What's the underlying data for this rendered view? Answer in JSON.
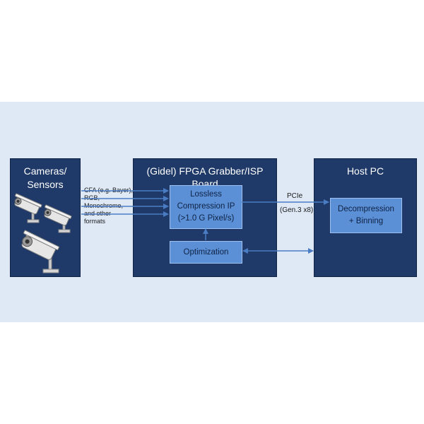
{
  "background_color": "#dfe9f6",
  "block_color": "#1f3a68",
  "inner_color": "#5b8fd6",
  "arrow_color": "#4a7cc4",
  "cameras": {
    "title_line1": "Cameras/",
    "title_line2": "Sensors",
    "icon": "security-camera-icon"
  },
  "input_formats": [
    "CFA (e.g. Bayer),",
    "RGB,",
    "Monochrome,",
    "and other",
    "formats"
  ],
  "fpga": {
    "title": "(Gidel) FPGA Grabber/ISP Board",
    "compression_line1": "Lossless",
    "compression_line2": "Compression IP",
    "compression_line3": "(>1.0 G Pixel/s)",
    "optimization": "Optimization"
  },
  "link": {
    "line1": "PCIe",
    "line2": "(Gen.3 x8)"
  },
  "host": {
    "title": "Host PC",
    "decompression_line1": "Decompression",
    "decompression_line2": "+ Binning"
  }
}
